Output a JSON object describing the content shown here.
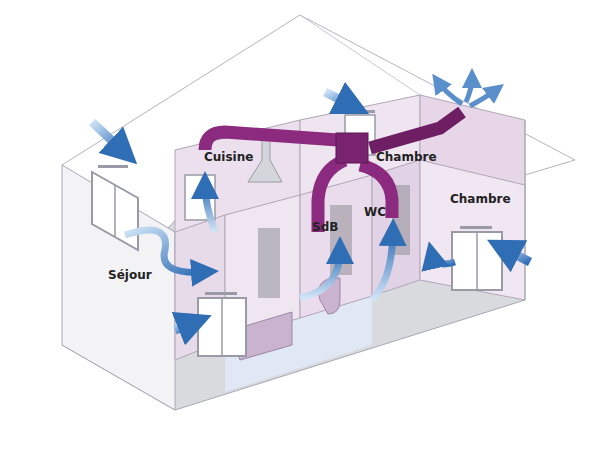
{
  "diagram": {
    "labels": [
      "Cuisine",
      "Chambre",
      "SdB",
      "WC",
      "Chambre",
      "Séjour"
    ]
  }
}
